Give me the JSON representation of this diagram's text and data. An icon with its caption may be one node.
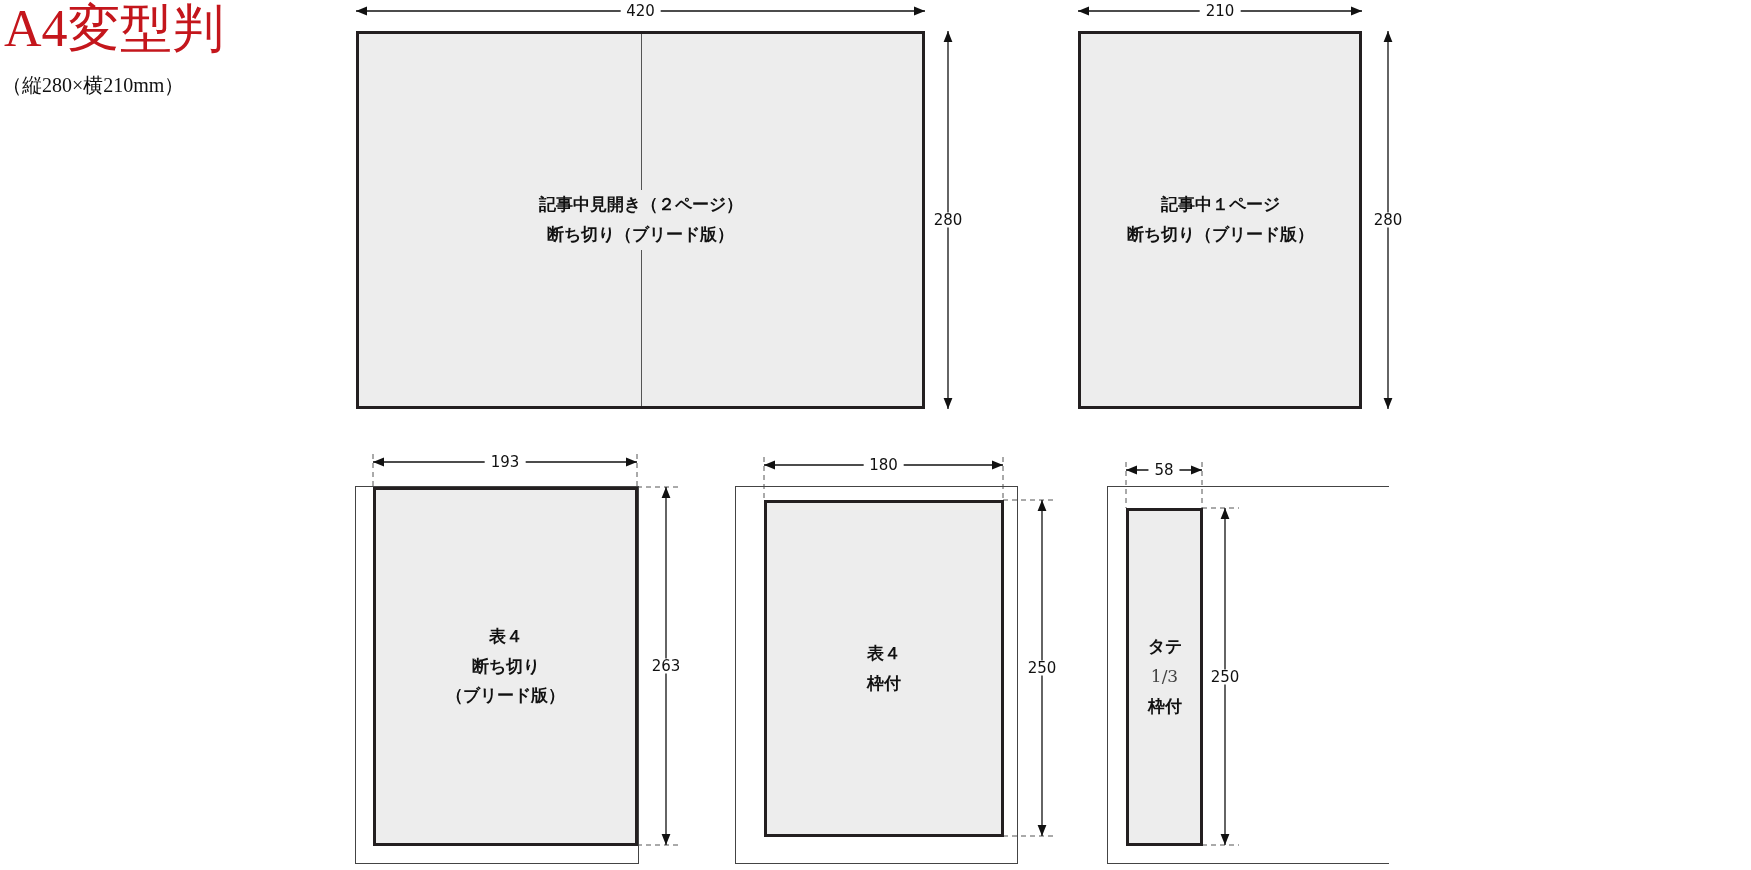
{
  "diagram": {
    "title": "A4変型判",
    "nodes": [
      {
        "text": [
          "記事中見開き（２ページ）",
          "断ち切り（ブリード版）"
        ]
      },
      {
        "text": [
          "記事中１ページ",
          "断ち切り（ブリード版）"
        ]
      },
      {
        "text": [],
        "shape": "box"
      },
      {
        "text": [
          "表４",
          "断ち切り",
          "（ブリード版）"
        ],
        "in": 2
      },
      {
        "text": [],
        "shape": "box"
      },
      {
        "text": [
          "表４",
          "枠付"
        ],
        "in": 4
      },
      {
        "text": [],
        "shape": "box"
      },
      {
        "text": [
          "タテ",
          "1/3",
          "枠付"
        ],
        "in": 6
      }
    ],
    "edges": [],
    "labels": [
      "（縦280×横210mm）",
      "420",
      "280",
      "210",
      "280",
      "193",
      "263",
      "180",
      "250",
      "58",
      "250"
    ]
  }
}
